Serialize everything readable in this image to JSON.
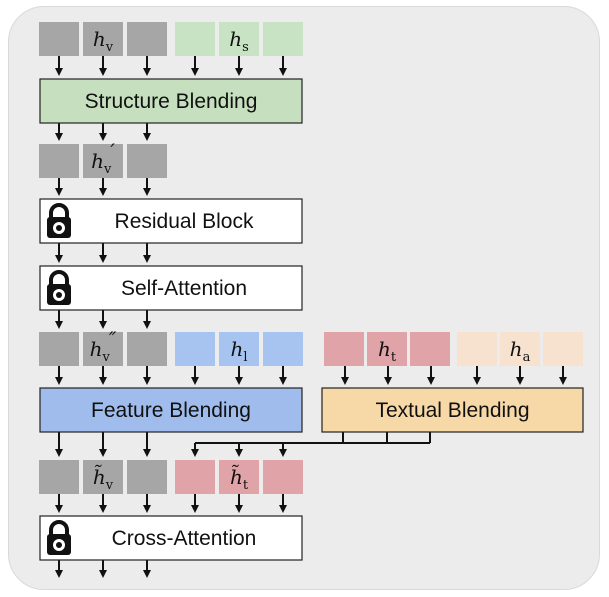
{
  "colors": {
    "panel_bg": "#ececec",
    "token_gray": "#a6a6a6",
    "token_green": "#c8e3c4",
    "token_blue": "#a7c3f0",
    "token_red": "#e0a3a7",
    "token_peach": "#f6e2cf",
    "structure_blending": "#c6e0bf",
    "feature_blending": "#9fbcec",
    "textual_blending": "#f7d9a8",
    "frozen_block": "#ffffff"
  },
  "blocks": {
    "structure_blending": "Structure Blending",
    "residual_block": "Residual Block",
    "self_attention": "Self-Attention",
    "feature_blending": "Feature Blending",
    "textual_blending": "Textual Blending",
    "cross_attention": "Cross-Attention"
  },
  "tokens": {
    "hv": {
      "base": "h",
      "sub": "v"
    },
    "hs": {
      "base": "h",
      "sub": "s"
    },
    "hv_prime": {
      "base": "h",
      "sub": "v",
      "prime": "′"
    },
    "hv_dprime": {
      "base": "h",
      "sub": "v",
      "prime": "″"
    },
    "hl": {
      "base": "h",
      "sub": "l"
    },
    "ht": {
      "base": "h",
      "sub": "t"
    },
    "ha": {
      "base": "h",
      "sub": "a"
    },
    "hv_tilde": {
      "base": "h̃",
      "sub": "v"
    },
    "ht_tilde": {
      "base": "h̃",
      "sub": "t"
    }
  },
  "icons": {
    "frozen": "lock-icon"
  }
}
